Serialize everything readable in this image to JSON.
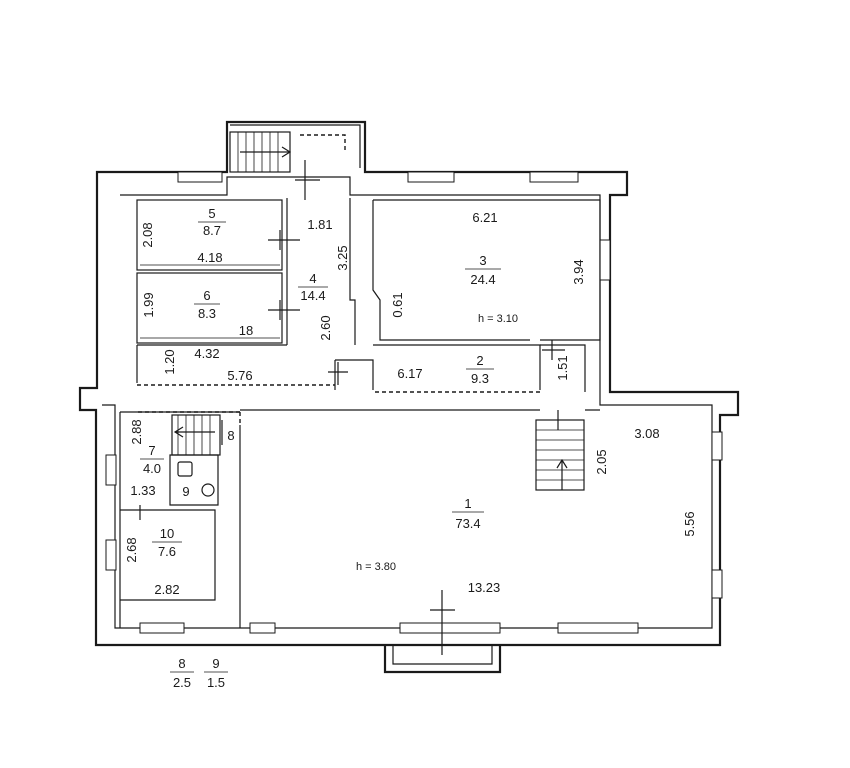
{
  "rooms": [
    {
      "id": "1",
      "area": "73.4"
    },
    {
      "id": "2",
      "area": "9.3"
    },
    {
      "id": "3",
      "area": "24.4"
    },
    {
      "id": "4",
      "area": "14.4"
    },
    {
      "id": "5",
      "area": "8.7"
    },
    {
      "id": "6",
      "area": "8.3"
    },
    {
      "id": "7",
      "area": "4.0"
    },
    {
      "id": "8"
    },
    {
      "id": "9"
    },
    {
      "id": "10",
      "area": "7.6"
    }
  ],
  "heights": {
    "room3": "h = 3.10",
    "room1": "h = 3.80"
  },
  "dimensions": {
    "d_2_08": "2.08",
    "d_4_18": "4.18",
    "d_1_81": "1.81",
    "d_3_25": "3.25",
    "d_6_21": "6.21",
    "d_3_94": "3.94",
    "d_0_61": "0.61",
    "d_1_99": "1.99",
    "d_18": "18",
    "d_2_60": "2.60",
    "d_4_32": "4.32",
    "d_1_20": "1.20",
    "d_5_76": "5.76",
    "d_6_17": "6.17",
    "d_1_51": "1.51",
    "d_2_88": "2.88",
    "d_1_33": "1.33",
    "d_2_68": "2.68",
    "d_2_82": "2.82",
    "d_3_08": "3.08",
    "d_2_05": "2.05",
    "d_5_56": "5.56",
    "d_13_23": "13.23"
  },
  "legend": [
    {
      "id": "8",
      "area": "2.5"
    },
    {
      "id": "9",
      "area": "1.5"
    }
  ]
}
